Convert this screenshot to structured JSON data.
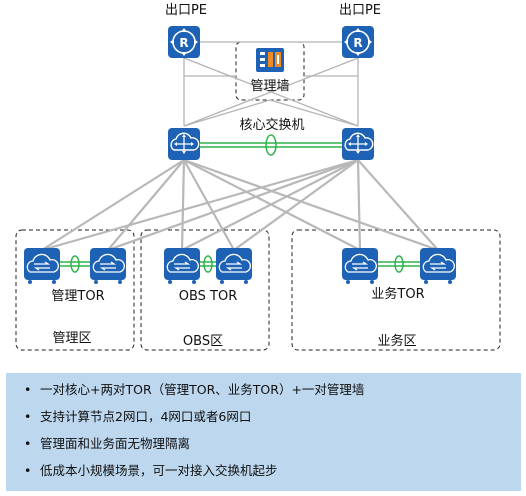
{
  "nodes": {
    "pe_left_label": "出口PE",
    "pe_right_label": "出口PE",
    "firewall_label": "管理墙",
    "core_label": "核心交换机",
    "mgmt_tor_label": "管理TOR",
    "obs_tor_label": "OBS TOR",
    "biz_tor_label": "业务TOR"
  },
  "zones": {
    "mgmt": "管理区",
    "obs": "OBS区",
    "biz": "业务区"
  },
  "bullets": [
    "一对核心+两对TOR（管理TOR、业务TOR）+一对管理墙",
    "支持计算节点2网口，4网口或者6网口",
    "管理面和业务面无物理隔离",
    "低成本小规模场景，可一对接入交换机起步"
  ],
  "colors": {
    "device_blue": "#1e62b5",
    "link_gray": "#b0b0b0",
    "stack_green": "#2db34a",
    "bullet_bg": "#bcd7ee"
  }
}
